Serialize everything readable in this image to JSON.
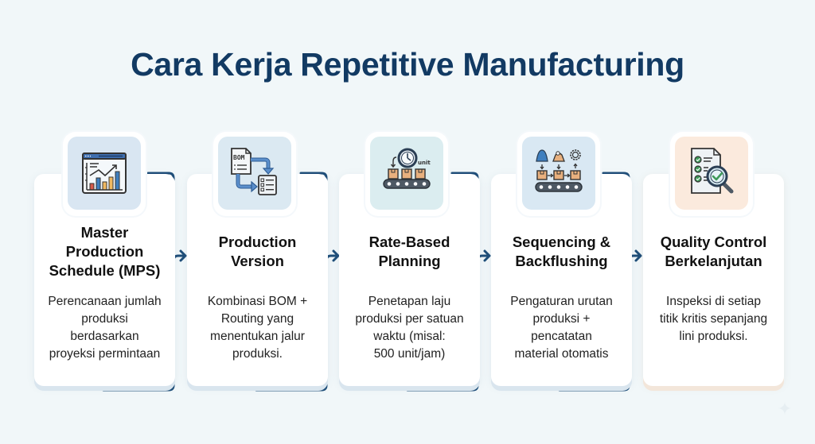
{
  "title": "Cara Kerja Repetitive Manufacturing",
  "colors": {
    "title": "#123a63",
    "connector": "#1f4e79",
    "icon_bg_blue": "#dbe8f3",
    "icon_bg_teal": "#dcecf0",
    "icon_bg_peach": "#fbeadd"
  },
  "steps": [
    {
      "icon": "chart-dashboard-icon",
      "title_lines": [
        "Master",
        "Production",
        "Schedule (MPS)"
      ],
      "desc_lines": [
        "Perencanaan jumlah",
        "produksi",
        "berdasarkan",
        "proyeksi permintaan"
      ]
    },
    {
      "icon": "bom-routing-icon",
      "icon_label": "BOM",
      "title_lines": [
        "Production",
        "Version"
      ],
      "desc_lines": [
        "Kombinasi BOM +",
        "Routing yang",
        "menentukan jalur",
        "produksi."
      ]
    },
    {
      "icon": "conveyor-clock-icon",
      "icon_label": "unit",
      "title_lines": [
        "Rate-Based",
        "Planning"
      ],
      "desc_lines": [
        "Penetapan laju",
        "produksi per satuan",
        "waktu (misal:",
        "500 unit/jam)"
      ]
    },
    {
      "icon": "conveyor-sequence-icon",
      "title_lines": [
        "Sequencing &",
        "Backflushing"
      ],
      "desc_lines": [
        "Pengaturan urutan",
        "produksi +",
        "pencatatan",
        "material otomatis"
      ]
    },
    {
      "icon": "checklist-magnifier-icon",
      "title_lines": [
        "Quality Control",
        "Berkelanjutan"
      ],
      "desc_lines": [
        "Inspeksi di setiap",
        "titik kritis sepanjang",
        "lini produksi."
      ]
    }
  ]
}
